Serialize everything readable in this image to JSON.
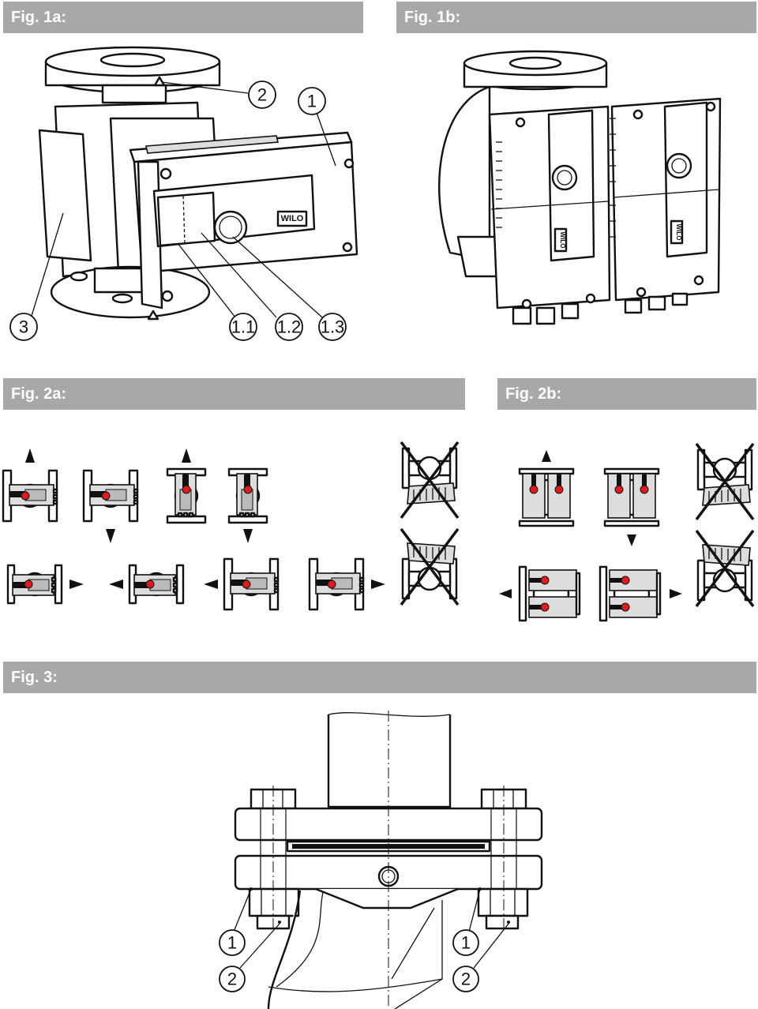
{
  "figures": {
    "fig1a": {
      "title": "Fig. 1a:",
      "callouts": [
        "1",
        "2",
        "3",
        "1.1",
        "1.2",
        "1.3"
      ],
      "logo": "WILO"
    },
    "fig1b": {
      "title": "Fig. 1b:",
      "logo": "WILO"
    },
    "fig2a": {
      "title": "Fig. 2a:"
    },
    "fig2b": {
      "title": "Fig. 2b:"
    },
    "fig3": {
      "title": "Fig. 3:",
      "callouts": [
        "1",
        "2",
        "1",
        "2"
      ]
    }
  },
  "colors": {
    "header_bar": "#a8a8a8",
    "header_text": "#ffffff",
    "indicator": "#e21a1a"
  }
}
